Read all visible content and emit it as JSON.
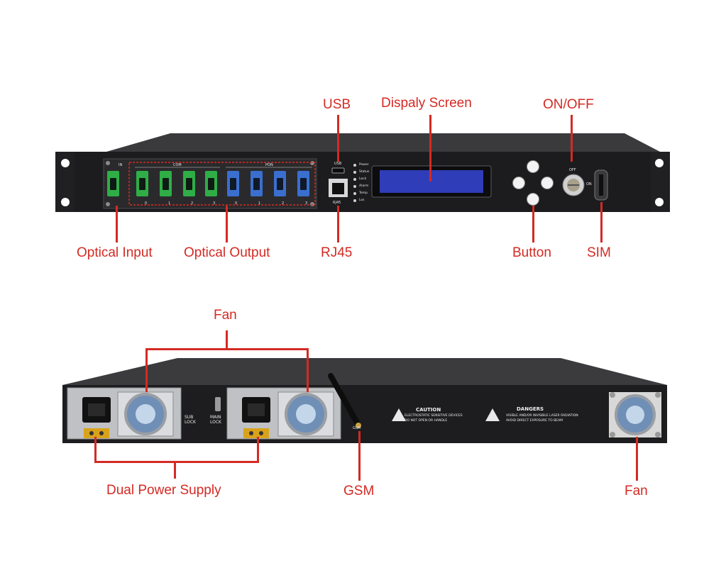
{
  "callouts": {
    "usb": "USB",
    "display_screen": "Dispaly Screen",
    "on_off": "ON/OFF",
    "optical_input": "Optical Input",
    "optical_output": "Optical Output",
    "rj45": "RJ45",
    "button": "Button",
    "sim": "SIM",
    "fan_top": "Fan",
    "dual_power_supply": "Dual Power Supply",
    "gsm": "GSM",
    "fan_right": "Fan"
  },
  "front_panel": {
    "in_label": "IN",
    "com_label": "COM",
    "pon_label": "PON",
    "com_ports": [
      "0",
      "1",
      "2",
      "3"
    ],
    "pon_ports": [
      "0",
      "1",
      "2",
      "3"
    ],
    "usb_label": "USB",
    "rj45_label": "RJ45",
    "leds": [
      "Power",
      "Status",
      "Lock",
      "Alarm",
      "Temp",
      "Los"
    ],
    "off_label": "OFF",
    "on_label": "ON"
  },
  "rear_panel": {
    "sub_lock": "SUB\nLOCK",
    "main_lock": "MAIN\nLOCK",
    "gsm_label": "GSM",
    "caution_title": "CAUTION",
    "caution_text_1": "ELECTROSTATIC SENSITIVE DEVICES",
    "caution_text_2": "DO NOT OPEN OR HANDLE",
    "danger_title": "DANGERS",
    "danger_text_1": "VISIBLE AND/OR INVISIBLE LASER RADIATION",
    "danger_text_2": "AVOID DIRECT EXPOSURE TO BEAM"
  },
  "colors": {
    "callout": "#d42a23",
    "chassis": "#1c1c1e",
    "display": "#2f3db8",
    "green_port": "#2fae47",
    "blue_port": "#3a6fd0"
  }
}
